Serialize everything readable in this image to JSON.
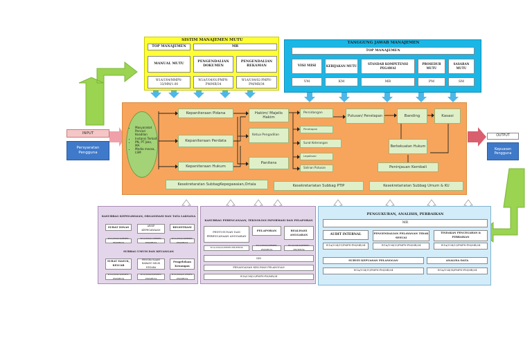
{
  "sistim": {
    "title": "SISTIM MANAJEMEN MUTU",
    "top_manajemen": "TOP MANAJEMEN",
    "mr": "MR",
    "manual_mutu": "MANUAL MUTU",
    "pengendalian_dokumen": "PENGENDALIAN DOKUMEN",
    "pengendalian_rekaman": "PENGENDALIAN REKAMAN",
    "code_manual": "W1A/U04/MMPN- 33/MM/1.00",
    "code_dokumen": "W1A/U04/01/PMPN-PM/MR/34",
    "code_rekaman": "W1A/U04/02-PMPN-PM/MR/34"
  },
  "tanggung": {
    "title": "TANGGUNG JAWAB MANAJEMEN",
    "top_manajemen": "TOP MANAJEMEN",
    "visi_misi": "VISI MISI",
    "kebijakan_mutu": "KEBIJAKAN MUTU",
    "standar_kompetensi": "STANDAR KOMPETENSI PEGAWAI",
    "prosedur_mutu": "PROSEDUR MUTU",
    "sasaran_mutu": "SASARAN MUTU",
    "vm": "VM",
    "km": "KM",
    "mr": "MR",
    "pm": "PM",
    "sm": "SM"
  },
  "input": {
    "label": "INPUT",
    "box": "Persyaratan Pengguna"
  },
  "output": {
    "label": "OUTPUT",
    "box": "Kepuasan Pengguna"
  },
  "ellipse": {
    "items": [
      "Masyarakat Pencari Keadilan",
      "Instansi Terkait",
      "PN, PT Jaks, MA",
      "Media massa, LSM"
    ]
  },
  "process": {
    "pidana": "Kepaniteraan Pidana",
    "perdata": "Kepaniteraan Perdata",
    "hukum": "Kepaniteraan Hukum",
    "hakim": "Hakim/ Majelis Hakim",
    "ketua": "Ketua Pengadilan",
    "panitera": "Panitera",
    "persidangan": "Persidangan",
    "penetapan": "Penetapan",
    "surat_keterangan": "Surat Keterangan",
    "legalisasi": "Legalisasi",
    "salinan_putusan": "Salinan Putusan",
    "putusan": "Putusan/ Penetapan",
    "banding": "Banding",
    "kasasi": "Kasasi",
    "berkekuatan": "Berkekuatan Hukum",
    "peninjauan": "Peninjauan Kembali",
    "kes1": "Kesekretaratan SubbagKepegawaian,Ortala",
    "kes2": "Kesekretariatan Subbag PTIP",
    "kes3": "Kesekretariatan Subbag Umum & KU"
  },
  "kasubbag": {
    "title": "KASUBBAG KEPEGAWAIAN, ORGANISASI DAN TATA LAKSANA",
    "surat_dinas": "SURAT DINAS",
    "arsip": "ARSIP KEPEGAWAIAN",
    "registrasi": "REGISTRASI",
    "codes1": [
      "W1A/U04/16/PMPN-PM/MR/34",
      "W1A/U04/17/PMPN-PM/MR/34",
      "W1A/U04/18/PMPN-PM/MR/34"
    ],
    "subtitle": "SUBBAG UMUM DAN KEUANGAN",
    "surat_masuk": "SURAT MASUK, KELUAR",
    "pengelolaan": "PENGELOLAAN BARANG MILIK NEGARA",
    "pengelolaan_keuangan": "Pengelolaan Keuangan",
    "codes2": [
      "W1A/U04/19/PMPN-PM/MR/34",
      "W1A/U04/20/PMPN-PM/MR/34",
      "W1A/U04/21/PMPN-PM/MR/34"
    ]
  },
  "ptip": {
    "title": "KASUBBAG PERENCANAAN, TEKNOLOGI INFORMASI DAN PELAPORAN",
    "penyusunan": "PENYUSUNAN DAN PERENCANAAN ANGGARAN",
    "pelaporan": "PELAPORAN",
    "realisasi": "REALISASI ANGGARAN",
    "codes": [
      "W1A/U04/22/PMPN-PM/MR/34",
      "W1A/U04/23/PMPN-PM/MR/34",
      "W1A/U04/24/PMPN-PM/MR/34"
    ],
    "sis": "SIS",
    "penanganan": "PENANGANAN KELUHAN PELANGGAN",
    "code_bottom": "W1A/U04/25/PMPN-PM/MR/34"
  },
  "pengukuran": {
    "title": "PENGUKURAN, ANALISIS, PERBAIKAN",
    "mr": "MR",
    "audit": "AUDIT INTERNAL",
    "pengendalian": "PENGENDALIAN PELAYANAN TIDAK SESUAI",
    "tindakan": "TINDAKAN PENCEGAHAN & PERBAIKAN",
    "codes": [
      "W1A/U04/11/PMPN-PM/MR/34",
      "W1A/U04/15/PMPN-PM/MR/34",
      "W1A/U04/13/PMPN-PM/MR/34"
    ],
    "survei": "SURVEI KEPUASAN PELANGGAN",
    "analisa": "ANALISA DATA",
    "code_survei": "W1A/U04/11/PMPN-PM/MR/34",
    "code_analisa": "W1A/U04/14/PMPN-PM/MR/34"
  },
  "colors": {
    "yellow": "#ffff33",
    "cyan": "#1ab7e6",
    "orange": "#f7a55c",
    "lavender": "#e4d6ea",
    "lightblue": "#d3ecf9",
    "green": "#9ad450",
    "pink": "#f5c6c6",
    "blue": "#3f79c9"
  }
}
